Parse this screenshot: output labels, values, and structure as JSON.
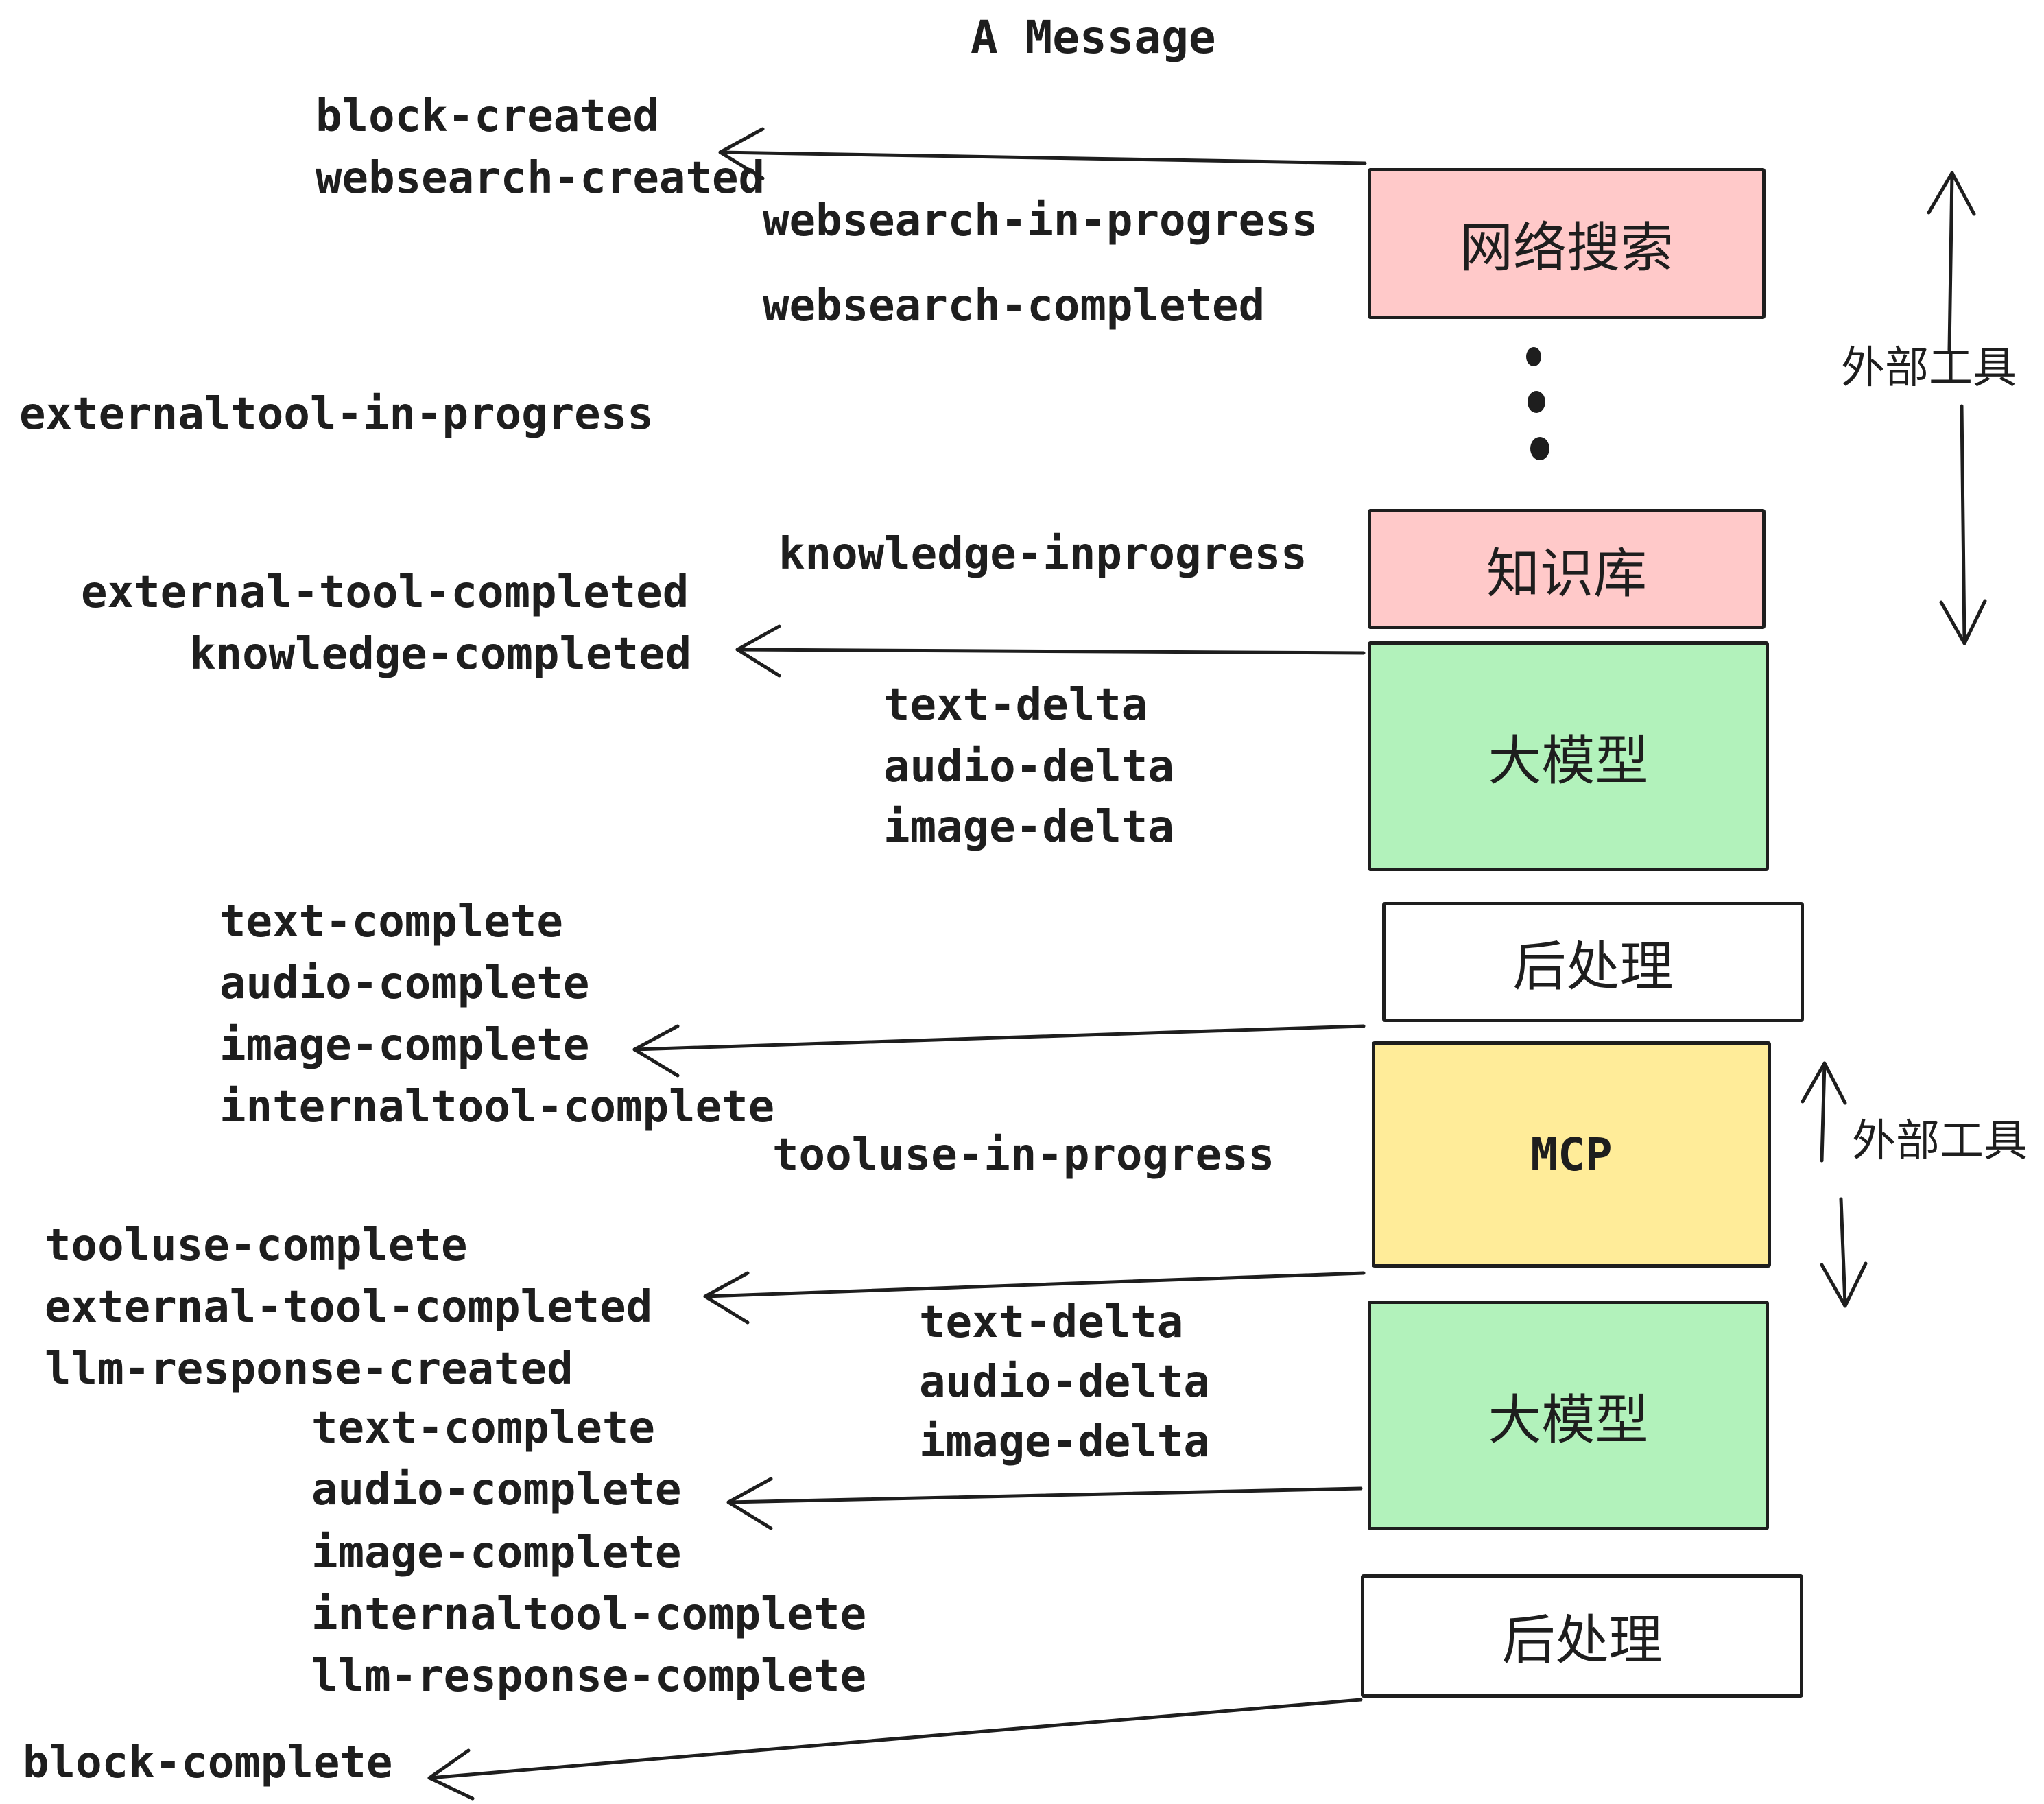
{
  "title": "A Message",
  "colors": {
    "ink": "#1e1e1e",
    "pink": "#ffc9c9",
    "green": "#b2f2bb",
    "yellow": "#ffec99",
    "white": "#ffffff"
  },
  "boxes": {
    "websearch": {
      "label": "网络搜索",
      "color": "#ffc9c9"
    },
    "knowledge": {
      "label": "知识库",
      "color": "#ffc9c9"
    },
    "llm_top": {
      "label": "大模型",
      "color": "#b2f2bb"
    },
    "post_top": {
      "label": "后处理",
      "color": "#ffffff"
    },
    "mcp": {
      "label": "MCP",
      "color": "#ffec99"
    },
    "llm_bottom": {
      "label": "大模型",
      "color": "#b2f2bb"
    },
    "post_bottom": {
      "label": "后处理",
      "color": "#ffffff"
    }
  },
  "side_labels": {
    "external_tools_top": "外部工具",
    "external_tools_bottom": "外部工具"
  },
  "events": {
    "block_created": "block-created",
    "websearch_created": "websearch-created",
    "websearch_in_progress": "websearch-in-progress",
    "websearch_completed": "websearch-completed",
    "externaltool_in_progress": "externaltool-in-progress",
    "knowledge_inprogress": "knowledge-inprogress",
    "external_tool_completed": "external-tool-completed",
    "knowledge_completed": "knowledge-completed",
    "deltas_top": [
      "text-delta",
      "audio-delta",
      "image-delta"
    ],
    "completes_top": [
      "text-complete",
      "audio-complete",
      "image-complete",
      "internaltool-complete"
    ],
    "tooluse_in_progress": "tooluse-in-progress",
    "tooluse_complete": "tooluse-complete",
    "external_tool_completed_2": "external-tool-completed",
    "llm_response_created": "llm-response-created",
    "deltas_bottom": [
      "text-delta",
      "audio-delta",
      "image-delta"
    ],
    "completes_bottom": [
      "text-complete",
      "audio-complete",
      "image-complete",
      "internaltool-complete",
      "llm-response-complete"
    ],
    "block_complete": "block-complete"
  }
}
